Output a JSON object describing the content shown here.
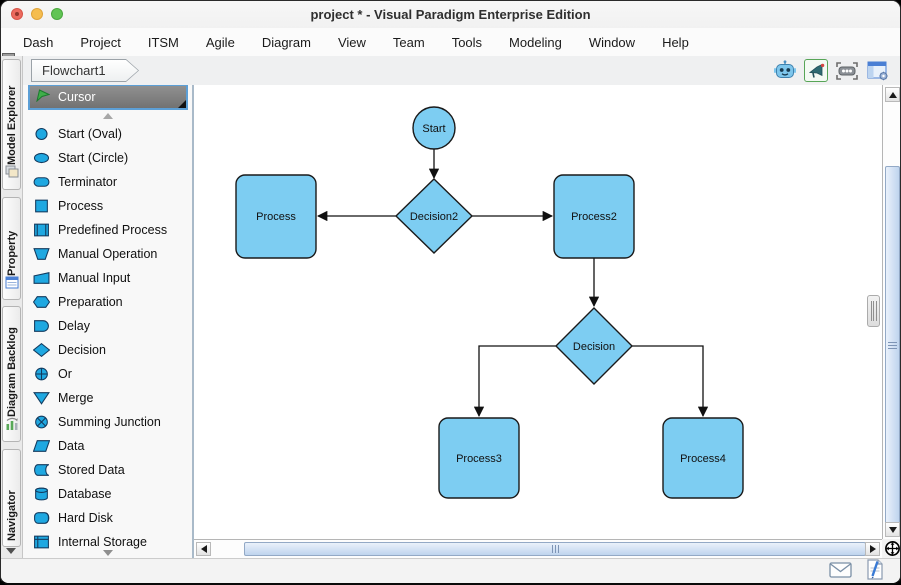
{
  "window": {
    "title": "project * - Visual Paradigm Enterprise Edition",
    "traffic_lights": [
      "close",
      "minimize",
      "zoom"
    ]
  },
  "menu": {
    "items": [
      "Dash",
      "Project",
      "ITSM",
      "Agile",
      "Diagram",
      "View",
      "Team",
      "Tools",
      "Modeling",
      "Window",
      "Help"
    ]
  },
  "diagram_tab": {
    "label": "Flowchart1"
  },
  "toolbar": {
    "icons": [
      {
        "name": "ai-robot-icon"
      },
      {
        "name": "announcement-icon",
        "selected": true
      },
      {
        "name": "marquee-icon"
      },
      {
        "name": "panel-layout-icon"
      }
    ]
  },
  "sidebar_tabs": {
    "items": [
      {
        "label": "Model Explorer",
        "icon": "model-explorer-icon"
      },
      {
        "label": "Property",
        "icon": "property-icon"
      },
      {
        "label": "Diagram Backlog",
        "icon": "diagram-backlog-icon"
      },
      {
        "label": "Navigator",
        "icon": null
      }
    ]
  },
  "palette": {
    "cursor": {
      "label": "Cursor",
      "icon": "cursor-flag-icon",
      "selected": true
    },
    "items": [
      {
        "label": "Start (Oval)",
        "icon": "start-oval-icon"
      },
      {
        "label": "Start (Circle)",
        "icon": "start-circle-icon"
      },
      {
        "label": "Terminator",
        "icon": "terminator-icon"
      },
      {
        "label": "Process",
        "icon": "process-icon"
      },
      {
        "label": "Predefined Process",
        "icon": "predefined-process-icon"
      },
      {
        "label": "Manual Operation",
        "icon": "manual-operation-icon"
      },
      {
        "label": "Manual Input",
        "icon": "manual-input-icon"
      },
      {
        "label": "Preparation",
        "icon": "preparation-icon"
      },
      {
        "label": "Delay",
        "icon": "delay-icon"
      },
      {
        "label": "Decision",
        "icon": "decision-icon"
      },
      {
        "label": "Or",
        "icon": "or-icon"
      },
      {
        "label": "Merge",
        "icon": "merge-icon"
      },
      {
        "label": "Summing Junction",
        "icon": "summing-junction-icon"
      },
      {
        "label": "Data",
        "icon": "data-icon"
      },
      {
        "label": "Stored Data",
        "icon": "stored-data-icon"
      },
      {
        "label": "Database",
        "icon": "database-icon"
      },
      {
        "label": "Hard Disk",
        "icon": "hard-disk-icon"
      },
      {
        "label": "Internal Storage",
        "icon": "internal-storage-icon"
      }
    ]
  },
  "canvas": {
    "nodes": [
      {
        "id": "start",
        "type": "circle",
        "label": "Start"
      },
      {
        "id": "process",
        "type": "process",
        "label": "Process"
      },
      {
        "id": "decision2",
        "type": "decision",
        "label": "Decision2"
      },
      {
        "id": "process2",
        "type": "process",
        "label": "Process2"
      },
      {
        "id": "decision",
        "type": "decision",
        "label": "Decision"
      },
      {
        "id": "process3",
        "type": "process",
        "label": "Process3"
      },
      {
        "id": "process4",
        "type": "process",
        "label": "Process4"
      }
    ],
    "edges": [
      {
        "from": "Start",
        "to": "Decision2"
      },
      {
        "from": "Decision2",
        "to": "Process"
      },
      {
        "from": "Decision2",
        "to": "Process2"
      },
      {
        "from": "Process2",
        "to": "Decision"
      },
      {
        "from": "Decision",
        "to": "Process3"
      },
      {
        "from": "Decision",
        "to": "Process4"
      }
    ]
  },
  "statusbar": {
    "icons": [
      {
        "name": "mail-icon"
      },
      {
        "name": "notes-icon"
      }
    ]
  },
  "colors": {
    "node_fill": "#7DCDF2",
    "node_border": "#1a1a1a",
    "palette_icon_fill": "#1FA8E1",
    "palette_icon_border": "#123A5E",
    "selection_border": "#5C9FD6",
    "cursor_flag_green": "#3FAE49"
  }
}
